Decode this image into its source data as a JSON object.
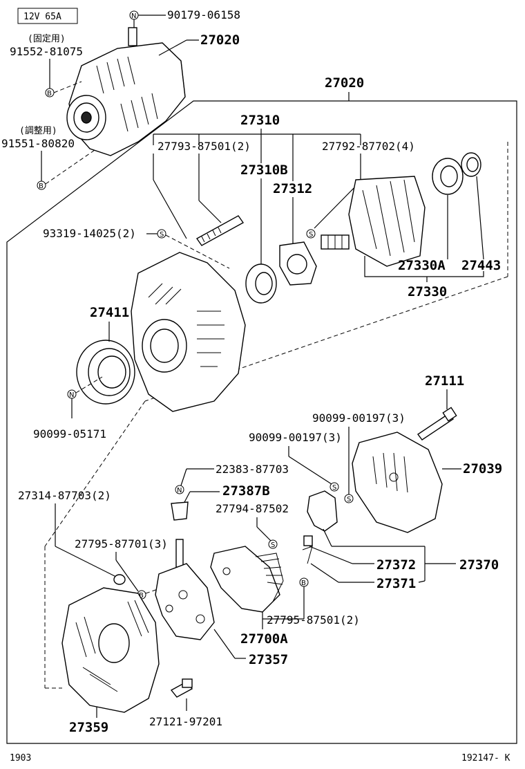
{
  "spec_label": "12V  65A",
  "footer": {
    "left": "1903",
    "right": "192147- K"
  },
  "labels": {
    "p_90179_06158": "90179-06158",
    "p_27020_top": "27020",
    "kotei_note": "(固定用)",
    "p_91552_81075": "91552-81075",
    "chousei_note": "(調整用)",
    "p_91551_80820": "91551-80820",
    "p_27020_frame": "27020",
    "p_27310": "27310",
    "p_27793_87501": "27793-87501(2)",
    "p_27792_87702": "27792-87702(4)",
    "p_27310B": "27310B",
    "p_27312": "27312",
    "p_93319_14025": "93319-14025(2)",
    "p_27330A": "27330A",
    "p_27443": "27443",
    "p_27330": "27330",
    "p_27411": "27411",
    "p_90099_05171": "90099-05171",
    "p_27111": "27111",
    "p_90099_00197_a": "90099-00197(3)",
    "p_90099_00197_b": "90099-00197(3)",
    "p_27039": "27039",
    "p_22383_87703": "22383-87703",
    "p_27314_87703": "27314-87703(2)",
    "p_27387B": "27387B",
    "p_27794_87502": "27794-87502",
    "p_27795_87701": "27795-87701(3)",
    "p_27372": "27372",
    "p_27370": "27370",
    "p_27371": "27371",
    "p_27795_87501": "27795-87501(2)",
    "p_27700A": "27700A",
    "p_27357": "27357",
    "p_27359": "27359",
    "p_27121_97201": "27121-97201"
  },
  "callout_marks": {
    "N": "N",
    "B": "B",
    "S": "S"
  }
}
